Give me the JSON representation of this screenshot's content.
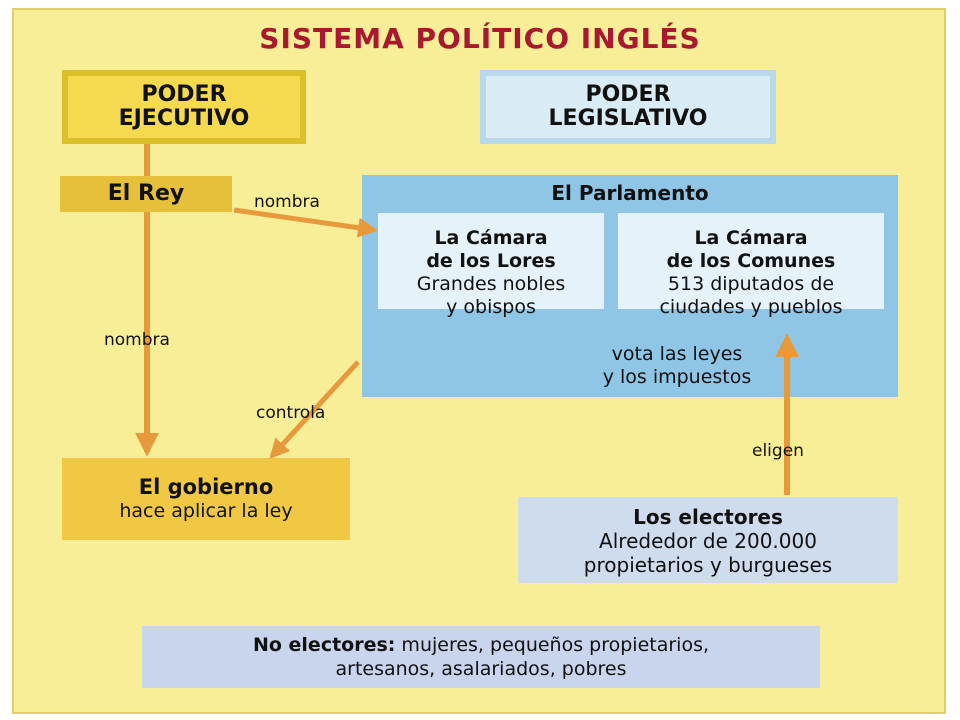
{
  "title": "SISTEMA POLÍTICO INGLÉS",
  "poder_ejecutivo": [
    "PODER",
    "EJECUTIVO"
  ],
  "poder_legislativo": [
    "PODER",
    "LEGISLATIVO"
  ],
  "rey": "El Rey",
  "parlamento": {
    "title": "El Parlamento",
    "lores": {
      "head": [
        "La Cámara",
        "de los Lores"
      ],
      "desc": [
        "Grandes nobles",
        "y obispos"
      ]
    },
    "comunes": {
      "head": [
        "La Cámara",
        "de los Comunes"
      ],
      "desc": [
        "513 diputados de",
        "ciudades y pueblos"
      ]
    },
    "vota": [
      "vota las leyes",
      "y los impuestos"
    ]
  },
  "gobierno": {
    "head": "El gobierno",
    "desc": "hace aplicar la ley"
  },
  "electores": {
    "head": "Los electores",
    "desc": [
      "Alrededor de 200.000",
      "propietarios y burgueses"
    ]
  },
  "no_electores": {
    "head": "No electores:",
    "rest": " mujeres, pequeños propietarios,",
    "line2": "artesanos, asalariados, pobres"
  },
  "labels": {
    "nombra_parlamento": "nombra",
    "nombra_gobierno": "nombra",
    "controla": "controla",
    "eligen": "eligen"
  },
  "colors": {
    "title": "#a8182f",
    "arrow": "#e69a3c",
    "background": "#f8ee98"
  }
}
